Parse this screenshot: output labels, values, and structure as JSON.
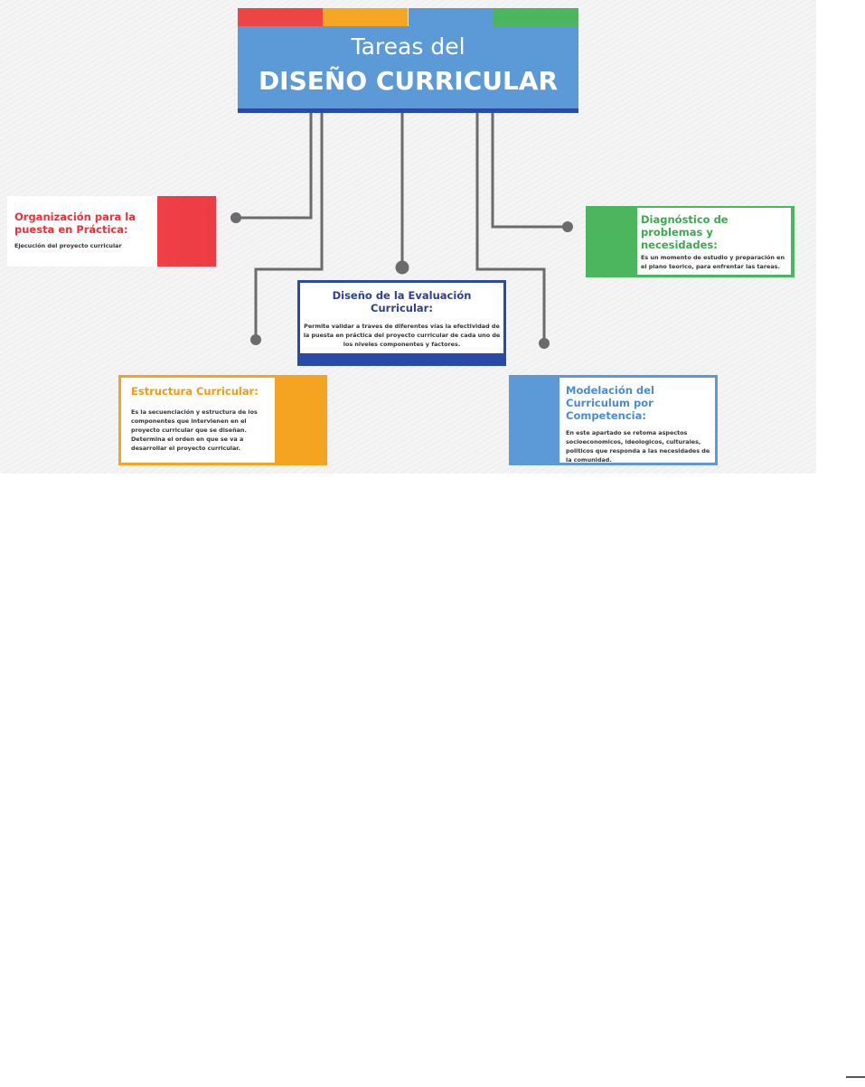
{
  "header": {
    "title_line1": "Tareas del",
    "title_line2": "DISEÑO CURRICULAR",
    "stripe_colors": [
      "#ef4444",
      "#f5a623",
      "#5b9ad6",
      "#4cb65e"
    ]
  },
  "nodes": {
    "organizacion": {
      "title": "Organización para la puesta en Práctica:",
      "body": "Ejecución del proyecto curricular",
      "color": "#e8343b"
    },
    "diagnostico": {
      "title": "Diagnóstico de problemas y necesidades:",
      "body": "Es un momento de estudio y preparación en el plano teorico, para enfrentar las tareas.",
      "color": "#4cb65e"
    },
    "evaluacion": {
      "title": "Diseño de la Evaluación Curricular:",
      "body": "Permite validar a traves de diferentes vías la efectividad de la puesta en práctica del proyecto curricular de cada uno de los niveles componentes y factores.",
      "color": "#2a4aa8"
    },
    "estructura": {
      "title": "Estructura Curricular:",
      "body": "Es la secuenciación y estructura de los componentes que intervienen en el proyecto curricular que se diseñan. Determina el orden en que se va a desarrollar el proyecto curricular.",
      "color": "#f5a421"
    },
    "modelacion": {
      "title": "Modelación del Curriculum por Competencia:",
      "body": "En este apartado se retoma aspectos socioeconomicos, ideologicos, culturales, politicos que responda a las necesidades de la comunidad.",
      "color": "#5b9ad6"
    }
  }
}
